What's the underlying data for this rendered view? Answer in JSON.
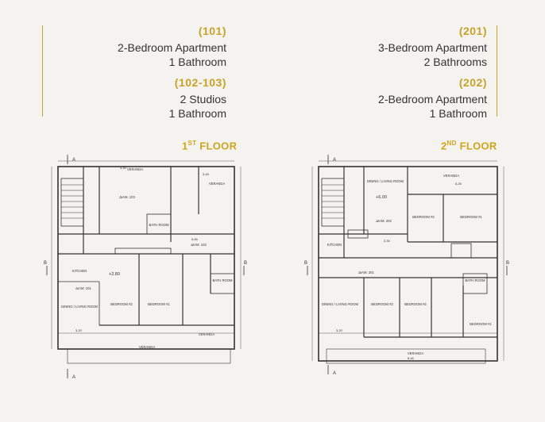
{
  "left_info": {
    "code1": "(101)",
    "line1a": "2-Bedroom Apartment",
    "line1b": "1 Bathroom",
    "code2": "(102-103)",
    "line2a": "2 Studios",
    "line2b": "1 Bathroom"
  },
  "right_info": {
    "code1": "(201)",
    "line1a": "3-Bedroom Apartment",
    "line1b": "2 Bathrooms",
    "code2": "(202)",
    "line2a": "2-Bedroom Apartment",
    "line2b": "1 Bathroom"
  },
  "floor1": {
    "num": "1",
    "sup": "ST",
    "label": "FLOOR",
    "labels": {
      "veranda_top": "VERANDA",
      "veranda_right": "VERANDA",
      "apt103": "ΔΙΑΜ. 103",
      "apt102": "ΔΙΑΜ. 102",
      "apt101": "ΔΙΑΜ. 101",
      "kitchen": "KITCHEN",
      "dining": "DINING / LIVING ROOM",
      "bedroom2": "BEDROOM #2",
      "bedroom1": "BEDROOM #1",
      "veranda_bottom": "VERANDA",
      "veranda_br": "VERANDA",
      "bath": "BATH ROOM",
      "level": "+2.80",
      "sec_a": "A",
      "sec_b": "B",
      "dim_330": "3,30",
      "dim_345": "3,45",
      "dim_565": "5,65",
      "dim_320": "3,20"
    }
  },
  "floor2": {
    "num": "2",
    "sup": "ND",
    "label": "FLOOR",
    "labels": {
      "veranda_top": "VERANDA",
      "dining_top": "DINING / LIVING ROOM",
      "apt202": "ΔΙΑΜ. 202",
      "apt201": "ΔΙΑΜ. 201",
      "bedroom2_top": "BEDROOM #2",
      "bedroom1_top": "BEDROOM #1",
      "kitchen": "KITCHEN",
      "dining": "DINING / LIVING ROOM",
      "bedroom3": "BEDROOM #3",
      "bedroom2": "BEDROOM #2",
      "bedroom1": "BEDROOM #1",
      "veranda_bottom": "VERANDA",
      "bath": "BATH ROOM",
      "level": "+6.00",
      "sec_a": "A",
      "sec_b": "B",
      "dim_625": "6,25",
      "dim_330": "3,30",
      "dim_320": "3,20",
      "dim_846": "8,46"
    }
  },
  "colors": {
    "accent": "#c9a227",
    "line": "#333333",
    "background": "#f4f3ef"
  }
}
